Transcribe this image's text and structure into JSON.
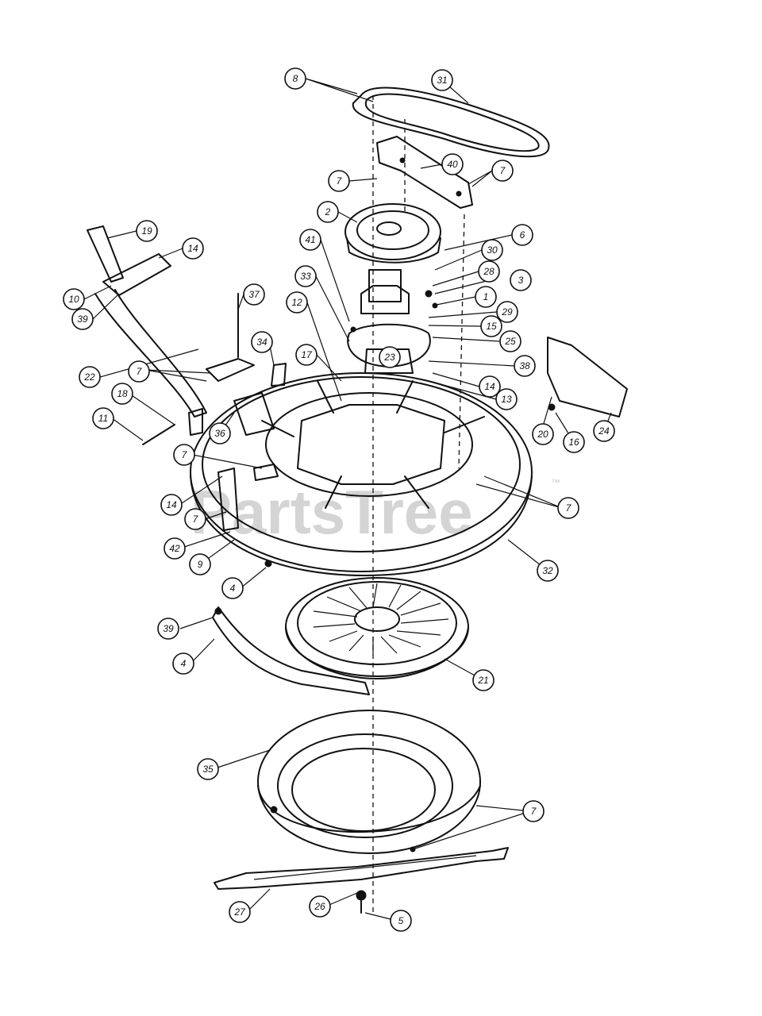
{
  "watermark": {
    "text": "PartsTree",
    "trademark": "™"
  },
  "callouts": [
    "8",
    "31",
    "40",
    "7",
    "7",
    "2",
    "6",
    "30",
    "41",
    "33",
    "28",
    "3",
    "1",
    "29",
    "15",
    "25",
    "12",
    "23",
    "38",
    "14",
    "13",
    "17",
    "19",
    "14",
    "10",
    "39",
    "37",
    "34",
    "22",
    "7",
    "18",
    "11",
    "36",
    "20",
    "16",
    "24",
    "7",
    "14",
    "7",
    "42",
    "9",
    "4",
    "32",
    "7",
    "39",
    "4",
    "21",
    "35",
    "7",
    "27",
    "26",
    "5"
  ]
}
